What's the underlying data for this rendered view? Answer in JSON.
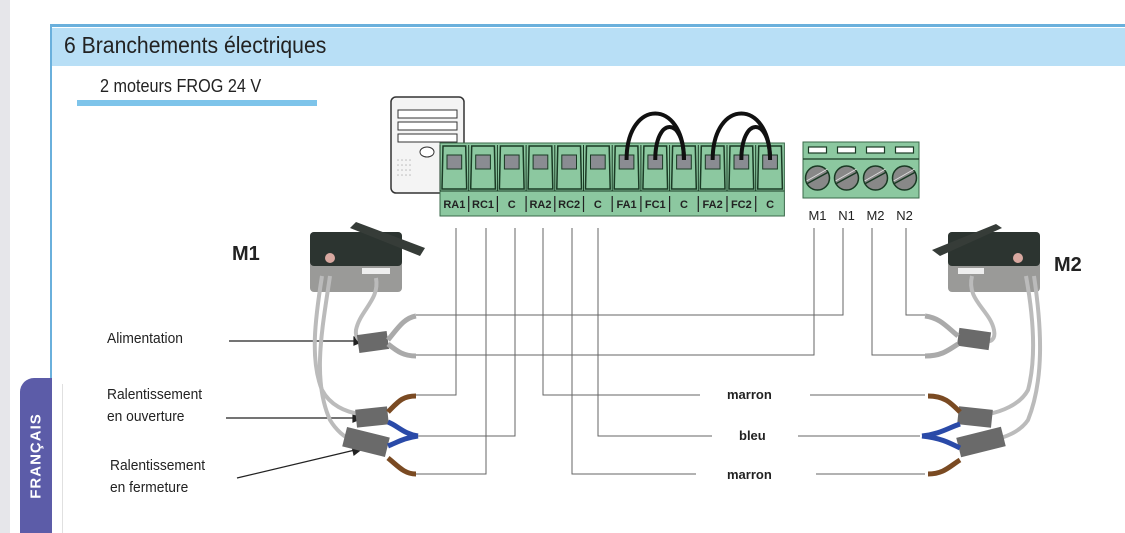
{
  "section": {
    "number": "6",
    "title": "6 Branchements électriques",
    "subtitle": "2 moteurs FROG 24 V"
  },
  "language_tab": "FRANÇAIS",
  "control_board": {
    "terminals": [
      "RA1",
      "RC1",
      "C",
      "RA2",
      "RC2",
      "C",
      "FA1",
      "FC1",
      "C",
      "FA2",
      "FC2",
      "C"
    ],
    "jumpers": [
      {
        "from": "FA1",
        "to": "C"
      },
      {
        "from": "FC1",
        "to": "C"
      },
      {
        "from": "FA2",
        "to": "C"
      },
      {
        "from": "FC2",
        "to": "C"
      }
    ]
  },
  "power_block": {
    "terminals": [
      "M1",
      "N1",
      "M2",
      "N2"
    ]
  },
  "motors": [
    {
      "id": "M1",
      "label": "M1"
    },
    {
      "id": "M2",
      "label": "M2"
    }
  ],
  "callouts": {
    "power": "Alimentation",
    "slow_open_line1": "Ralentissement",
    "slow_open_line2": "en ouverture",
    "slow_close_line1": "Ralentissement",
    "slow_close_line2": "en fermeture"
  },
  "wire_colors": {
    "top": "marron",
    "middle": "bleu",
    "bottom": "marron"
  },
  "colors": {
    "header_band": "#b8dff6",
    "frame": "#6ab0dc",
    "terminal_green": "#8cc8a0",
    "language_tab": "#5c5ca8",
    "wire_brown": "#7a4a22",
    "wire_blue": "#2a4aa8",
    "cable_gray": "#b8b8b8"
  }
}
